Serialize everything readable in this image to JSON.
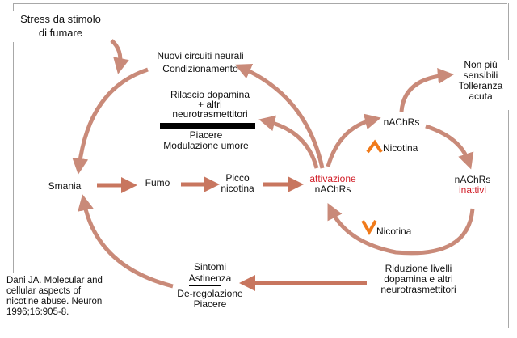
{
  "title": "Stress da stimolo di fumare",
  "title_lines": [
    "Stress da stimolo",
    "di fumare"
  ],
  "nodes": {
    "nuovi_circuiti": [
      "Nuovi circuiti neurali",
      "Condizionamento"
    ],
    "rilascio": [
      "Rilascio dopamina",
      "+ altri",
      "neurotrasmettitori"
    ],
    "piacere": [
      "Piacere",
      "Modulazione umore"
    ],
    "non_piu": [
      "Non più",
      "sensibili",
      "Tolleranza",
      "acuta"
    ],
    "nachrs_top": "nAChRs",
    "nicotina_up": "Nicotina",
    "smania": "Smania",
    "fumo": "Fumo",
    "picco": [
      "Picco",
      "nicotina"
    ],
    "attivazione": [
      "attivazione",
      "nAChRs"
    ],
    "nachrs_inattivi": [
      "nAChRs",
      "inattivi"
    ],
    "nicotina_down": "Nicotina",
    "sintomi": [
      "Sintomi",
      "Astinenza"
    ],
    "deregolazione": [
      "De-regolazione",
      "Piacere"
    ],
    "riduzione": [
      "Riduzione livelli",
      "dopamina e altri",
      "neurotrasmettitori"
    ]
  },
  "reference": [
    "Dani JA. Molecular and",
    "cellular aspects of",
    "nicotine abuse. Neuron",
    "1996;16:905-8."
  ],
  "colors": {
    "arrow": "#c98a79",
    "arrow_dark": "#c8765f",
    "accent_red": "#d2202a",
    "nicotine_marker": "#f07a1a",
    "frame": "#a8a8a8"
  }
}
